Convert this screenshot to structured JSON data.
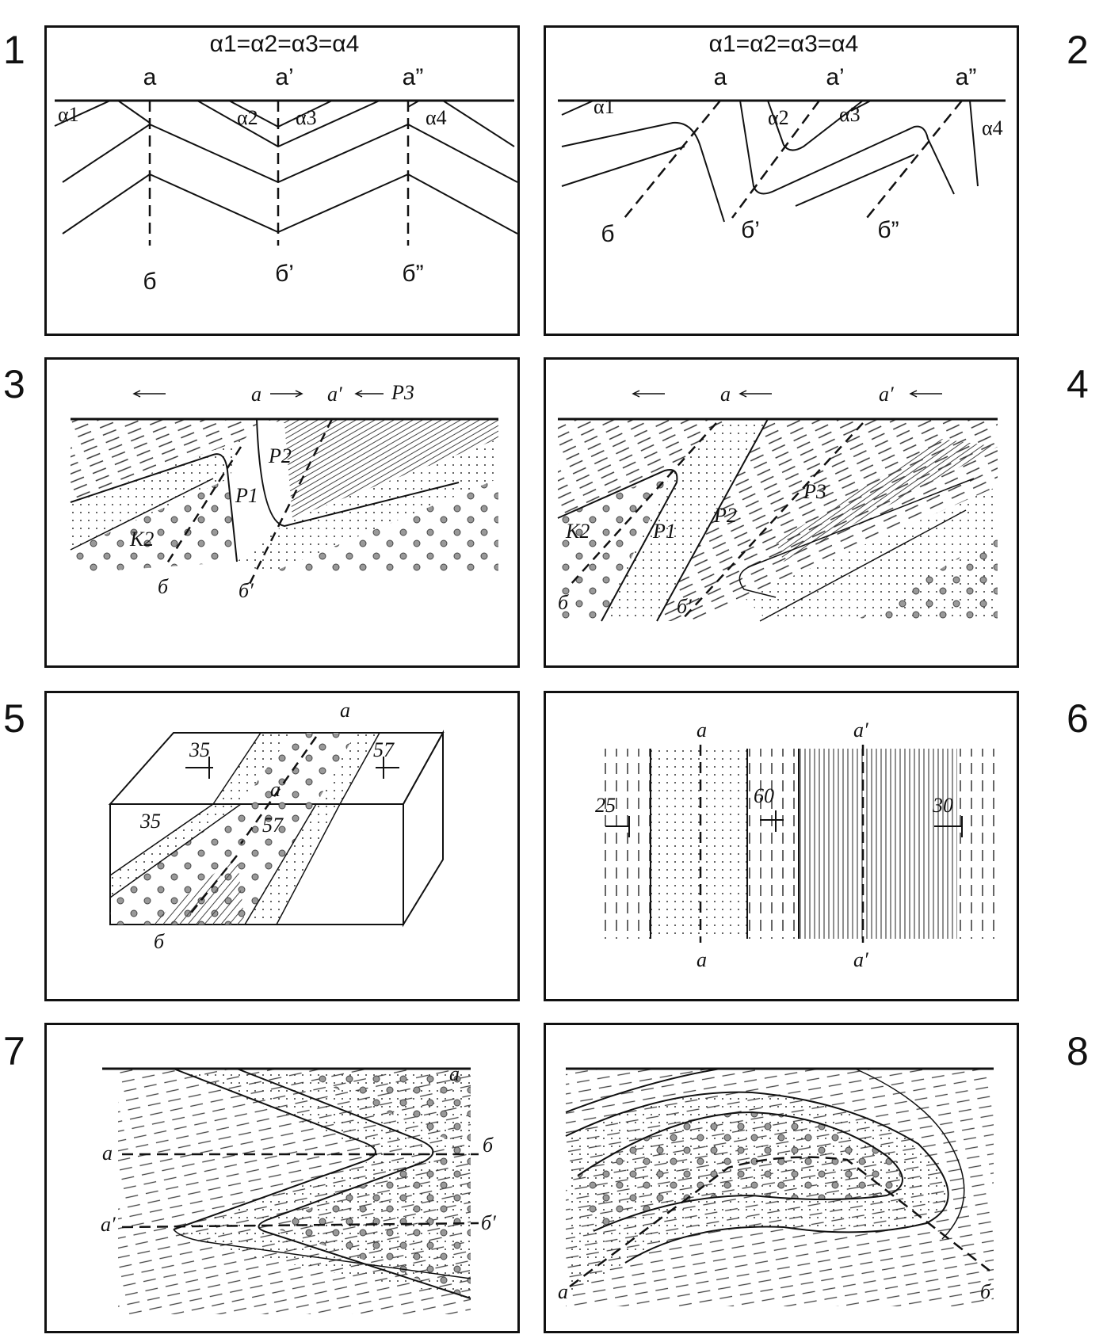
{
  "panel_numbers": [
    "1",
    "2",
    "3",
    "4",
    "5",
    "6",
    "7",
    "8"
  ],
  "p1": {
    "title": "α1=α2=α3=α4",
    "top": [
      "а",
      "а’",
      "а”"
    ],
    "bottom": [
      "б",
      "б’",
      "б”"
    ],
    "angles": [
      "α1",
      "α2",
      "α3",
      "α4"
    ]
  },
  "p2": {
    "title": "α1=α2=α3=α4",
    "top": [
      "а",
      "а’",
      "а”"
    ],
    "bottom": [
      "б",
      "б’",
      "б”"
    ],
    "angles": [
      "α1",
      "α2",
      "α3",
      "α4"
    ]
  },
  "p3": {
    "labels": [
      "a",
      "a′",
      "б",
      "б′",
      "P3",
      "P2",
      "P1",
      "K2"
    ]
  },
  "p4": {
    "labels": [
      "a",
      "a′",
      "б",
      "б′",
      "P3",
      "P2",
      "P1",
      "K2"
    ]
  },
  "p5": {
    "labels": [
      "a",
      "a",
      "б"
    ],
    "dips": [
      "35",
      "57",
      "35",
      "57"
    ]
  },
  "p6": {
    "labels": [
      "a",
      "a′",
      "a",
      "a′"
    ],
    "dips": [
      "25",
      "60",
      "30"
    ]
  },
  "p7": {
    "labels": [
      "a",
      "a",
      "б",
      "a′",
      "б′"
    ]
  },
  "p8": {
    "labels": [
      "a",
      "б"
    ]
  }
}
